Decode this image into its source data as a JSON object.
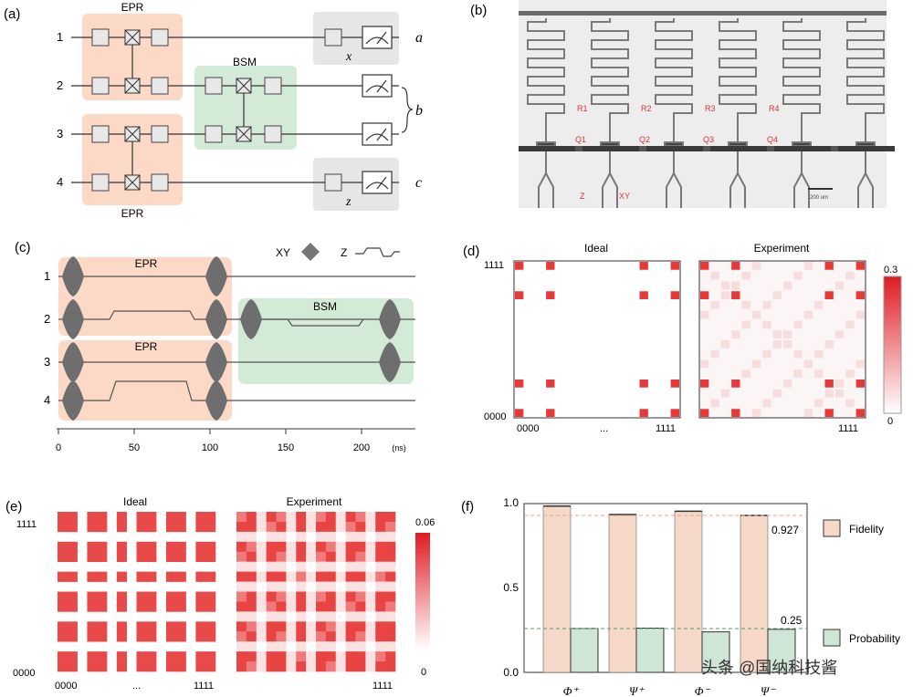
{
  "panels": {
    "a": {
      "tag": "(a)",
      "qubits": [
        "1",
        "2",
        "3",
        "4"
      ],
      "epr_top": "EPR",
      "epr_bottom": "EPR",
      "bsm": "BSM",
      "meas_labels": [
        "x",
        "z"
      ],
      "outcomes": [
        "a",
        "b",
        "c"
      ]
    },
    "b": {
      "tag": "(b)",
      "resonators": [
        "R1",
        "R2",
        "R3",
        "R4"
      ],
      "qubits": [
        "Q1",
        "Q2",
        "Q3",
        "Q4"
      ],
      "lines": [
        "Z",
        "XY"
      ],
      "scale": "200 um"
    },
    "c": {
      "tag": "(c)",
      "qubits": [
        "1",
        "2",
        "3",
        "4"
      ],
      "epr_top": "EPR",
      "epr_bottom": "EPR",
      "bsm": "BSM",
      "legend_xy": "XY",
      "legend_z": "Z",
      "xticks": [
        "0",
        "50",
        "100",
        "150",
        "200"
      ],
      "xunit": "(ns)"
    },
    "d": {
      "tag": "(d)",
      "title_ideal": "Ideal",
      "title_exp": "Experiment",
      "ytop": "1111",
      "ybottom": "0000",
      "xleft": "0000",
      "xmid": "...",
      "xright": "1111",
      "cmax": "0.3",
      "cmin": "0"
    },
    "e": {
      "tag": "(e)",
      "title_ideal": "Ideal",
      "title_exp": "Experiment",
      "ytop": "1111",
      "ybottom": "0000",
      "xleft": "0000",
      "xmid": "...",
      "xright": "1111",
      "cmax": "0.06",
      "cmin": "0"
    },
    "f": {
      "tag": "(f)",
      "yticks": [
        "0.0",
        "0.5",
        "1.0"
      ],
      "ref_fid": "0.927",
      "ref_prob": "0.25",
      "legend_fid": "Fidelity",
      "legend_prob": "Probability",
      "watermark": "头条 @国纳科技酱"
    }
  },
  "chart_data": {
    "type": "bar",
    "categories": [
      "Φ⁺",
      "Ψ⁺",
      "Φ⁻",
      "Ψ⁻"
    ],
    "series": [
      {
        "name": "Fidelity",
        "values": [
          0.985,
          0.935,
          0.955,
          0.93
        ],
        "color": "#f6d8c8"
      },
      {
        "name": "Probability",
        "values": [
          0.26,
          0.262,
          0.24,
          0.255
        ],
        "color": "#cfe6d6"
      }
    ],
    "ylim": [
      0,
      1.0
    ],
    "reference_lines": [
      0.927,
      0.25
    ]
  }
}
